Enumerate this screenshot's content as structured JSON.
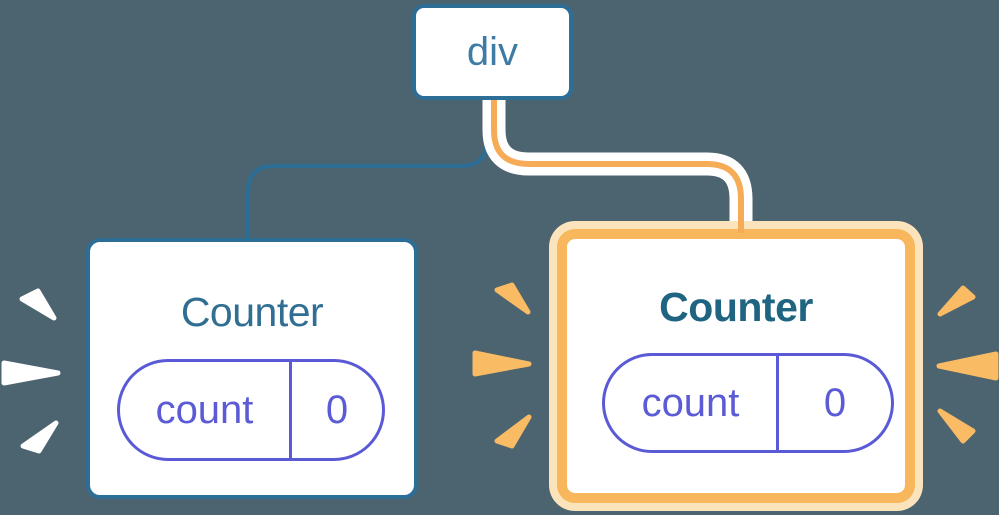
{
  "diagram": {
    "description": "React component tree: a div root with two Counter children; the right Counter is highlighted as updating",
    "root": {
      "label": "div",
      "highlighted": false
    },
    "counters": {
      "left": {
        "title": "Counter",
        "state_key": "count",
        "state_value": "0",
        "highlighted": false,
        "burst_marks": "white, left side"
      },
      "right": {
        "title": "Counter",
        "state_key": "count",
        "state_value": "0",
        "highlighted": true,
        "burst_marks": "orange, both sides"
      }
    },
    "connectors": {
      "left": {
        "style": "thin solid line",
        "color": "#2D6E97"
      },
      "right": {
        "style": "thick pipe, white casing with orange core",
        "casing_color": "#FFFFFF",
        "core_color": "#F6AB57"
      }
    },
    "colors": {
      "background": "#4C6370",
      "node_fill": "#FFFFFF",
      "blue_border": "#2D6E97",
      "root_text": "#3E7CA6",
      "left_title": "#306F93",
      "right_title": "#1F6480",
      "pill_indigo": "#5B5BD6",
      "highlight_orange": "#F8B75D",
      "highlight_ring_cream": "#FBE3BB",
      "burst_orange": "#F9BB64",
      "burst_white": "#FFFFFF"
    }
  }
}
